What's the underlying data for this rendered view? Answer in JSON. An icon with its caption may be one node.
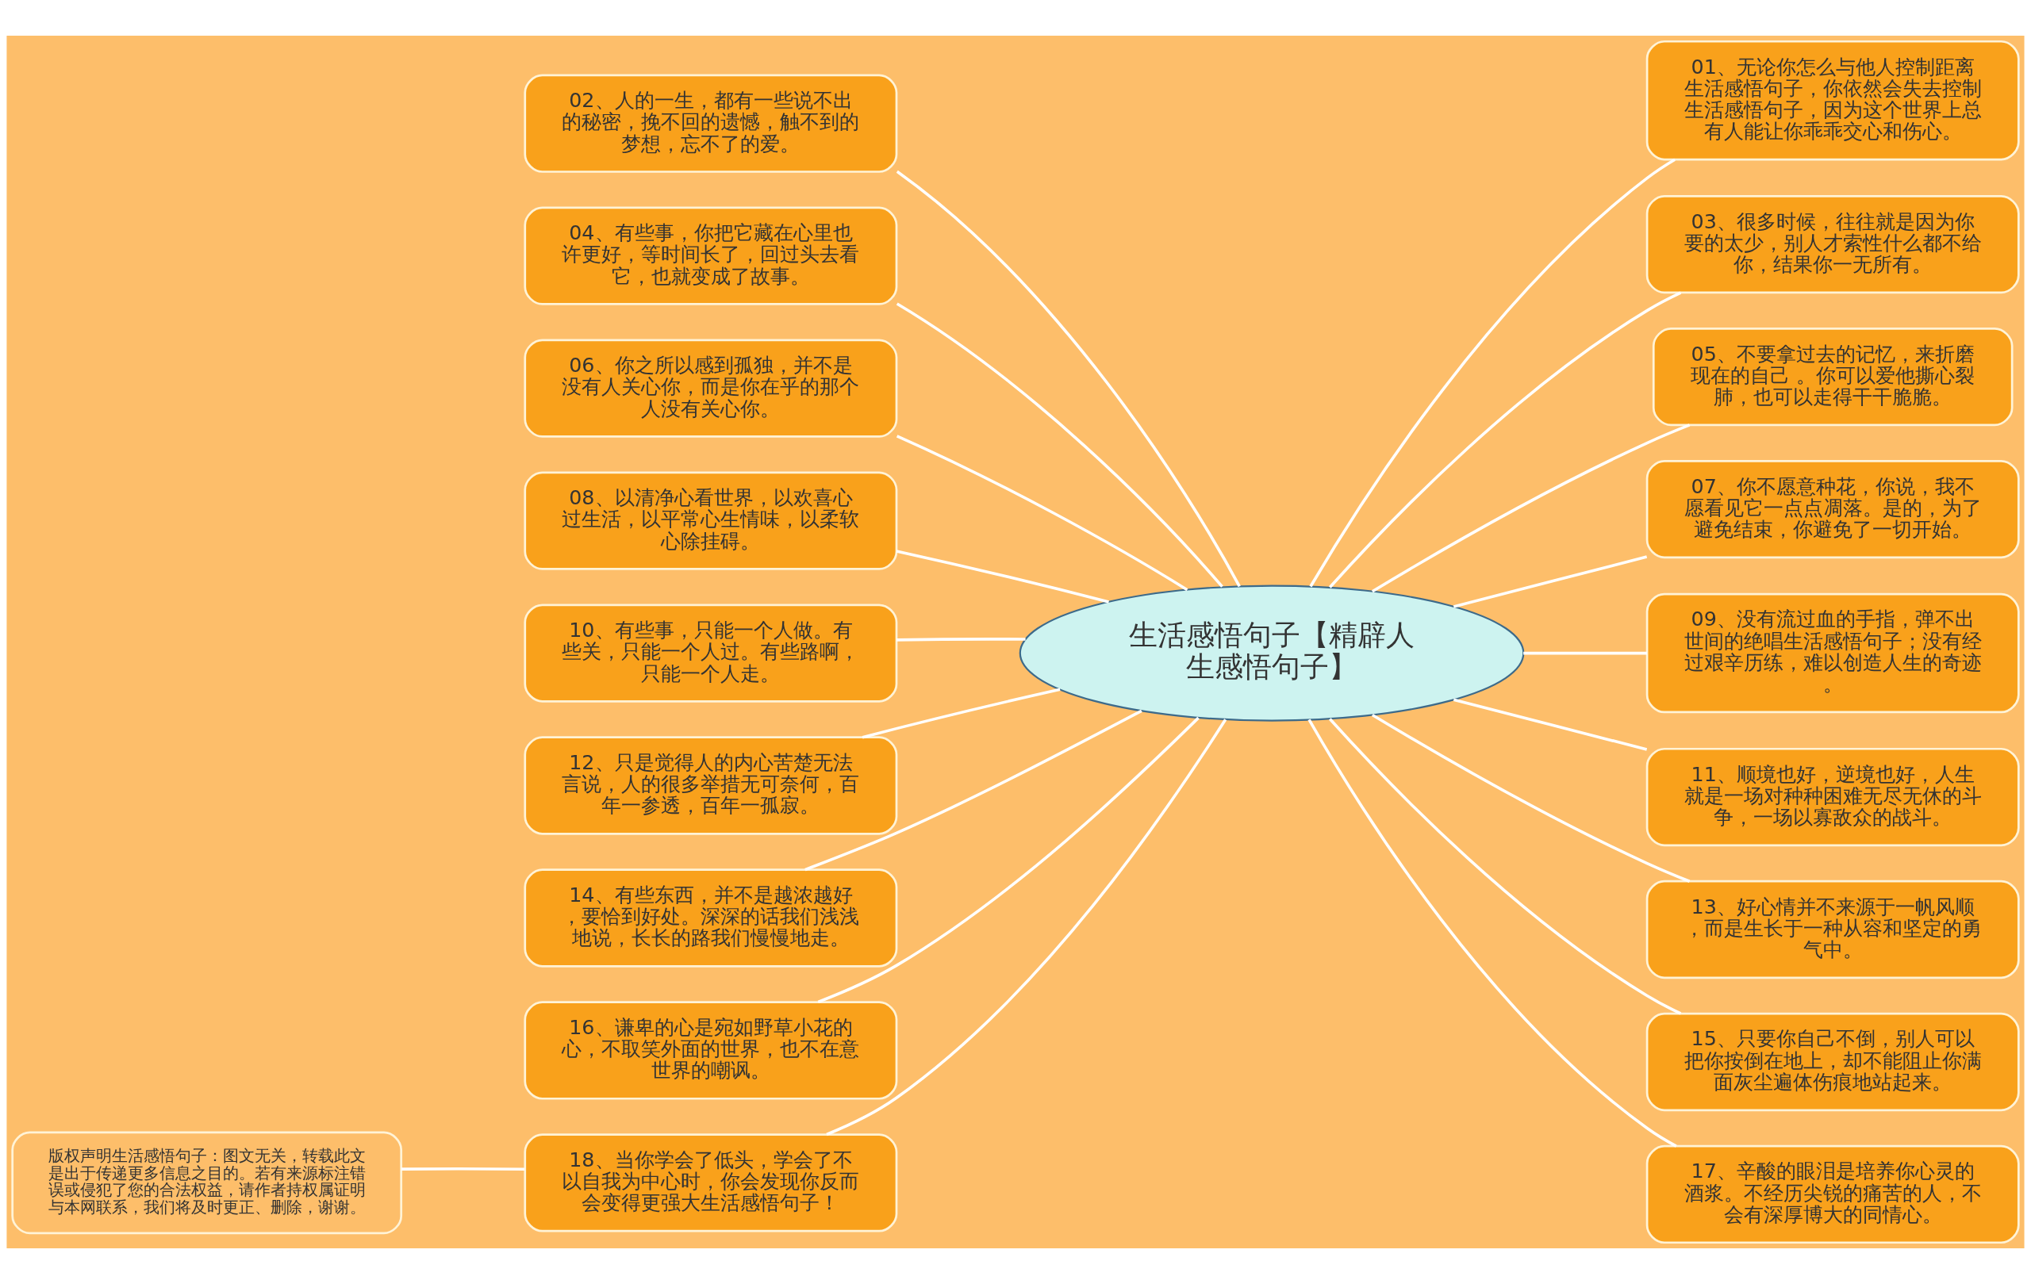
{
  "diagram": {
    "nodes": [
      {
        "text": [
          "生活感悟句子【精辟人生感悟句子】"
        ]
      },
      {
        "text": [
          "01、无论你怎么与他人控制距离生活感悟句子，你依然会失去控制生活感悟句子，因为这个世界上总有人能让你乖乖交心和伤心。"
        ]
      },
      {
        "text": [
          "02、人的一生，都有一些说不出的秘密，挽不回的遗憾，触不到的梦想，忘不了的爱。"
        ]
      },
      {
        "text": [
          "03、很多时候，往往就是因为你要的太少，别人才索性什么都不给你，结果你一无所有。"
        ]
      },
      {
        "text": [
          "04、有些事，你把它藏在心里也许更好，等时间长了，回过头去看它，也就变成了故事。"
        ]
      },
      {
        "text": [
          "05、不要拿过去的记忆，来折磨现在的自己 。你可以爱他撕心裂肺，也可以走得干干脆脆。"
        ]
      },
      {
        "text": [
          "06、你之所以感到孤独，并不是没有人关心你，而是你在乎的那个人没有关心你。"
        ]
      },
      {
        "text": [
          "07、你不愿意种花，你说，我不愿看见它一点点凋落。是的，为了避免结束，你避免了一切开始。"
        ]
      },
      {
        "text": [
          "08、以清净心看世界，以欢喜心过生活，以平常心生情味，以柔软心除挂碍。"
        ]
      },
      {
        "text": [
          "09、没有流过血的手指，弹不出世间的绝唱生活感悟句子；没有经过艰辛历练，难以创造人生的奇迹。"
        ]
      },
      {
        "text": [
          "10、有些事，只能一个人做。有些关，只能一个人过。有些路啊，只能一个人走。"
        ]
      },
      {
        "text": [
          "11、顺境也好，逆境也好，人生就是一场对种种困难无尽无休的斗争，一场以寡敌众的战斗。"
        ]
      },
      {
        "text": [
          "12、只是觉得人的内心苦楚无法言说，人的很多举措无可奈何，百年一参透，百年一孤寂。"
        ]
      },
      {
        "text": [
          "13、好心情并不来源于一帆风顺，而是生长于一种从容和坚定的勇气中。"
        ]
      },
      {
        "text": [
          "14、有些东西，并不是越浓越好，要恰到好处。深深的话我们浅浅地说，长长的路我们慢慢地走。"
        ]
      },
      {
        "text": [
          "15、只要你自己不倒，别人可以把你按倒在地上，却不能阻止你满面灰尘遍体伤痕地站起来。"
        ]
      },
      {
        "text": [
          "16、谦卑的心是宛如野草小花的心，不取笑外面的世界，也不在意世界的嘲讽。"
        ]
      },
      {
        "text": [
          "17、辛酸的眼泪是培养你心灵的酒浆。不经历尖锐的痛苦的人，不会有深厚博大的同情心。"
        ]
      },
      {
        "text": [
          "18、当你学会了低头，学会了不以自我为中心时，你会发现你反而会变得更强大生活感悟句子！"
        ]
      },
      {
        "text": [
          "版权声明生活感悟句子：图文无关，转载此文是出于传递更多信息之目的。若有来源标注错误或侵犯了您的合法权益，请作者持权属证明与本网联系，我们将及时更正、删除，谢谢。"
        ]
      }
    ],
    "edges": [
      {
        "from": 0,
        "to": 1,
        "arrow": "none"
      },
      {
        "from": 0,
        "to": 2,
        "arrow": "none"
      },
      {
        "from": 0,
        "to": 3,
        "arrow": "none"
      },
      {
        "from": 0,
        "to": 4,
        "arrow": "none"
      },
      {
        "from": 0,
        "to": 5,
        "arrow": "none"
      },
      {
        "from": 0,
        "to": 6,
        "arrow": "none"
      },
      {
        "from": 0,
        "to": 7,
        "arrow": "none"
      },
      {
        "from": 0,
        "to": 8,
        "arrow": "none"
      },
      {
        "from": 0,
        "to": 9,
        "arrow": "none"
      },
      {
        "from": 0,
        "to": 10,
        "arrow": "none"
      },
      {
        "from": 0,
        "to": 11,
        "arrow": "none"
      },
      {
        "from": 0,
        "to": 12,
        "arrow": "none"
      },
      {
        "from": 0,
        "to": 13,
        "arrow": "none"
      },
      {
        "from": 0,
        "to": 14,
        "arrow": "none"
      },
      {
        "from": 0,
        "to": 15,
        "arrow": "none"
      },
      {
        "from": 0,
        "to": 16,
        "arrow": "none"
      },
      {
        "from": 0,
        "to": 17,
        "arrow": "none"
      },
      {
        "from": 0,
        "to": 18,
        "arrow": "none"
      },
      {
        "from": 18,
        "to": 19,
        "arrow": "none"
      }
    ]
  }
}
